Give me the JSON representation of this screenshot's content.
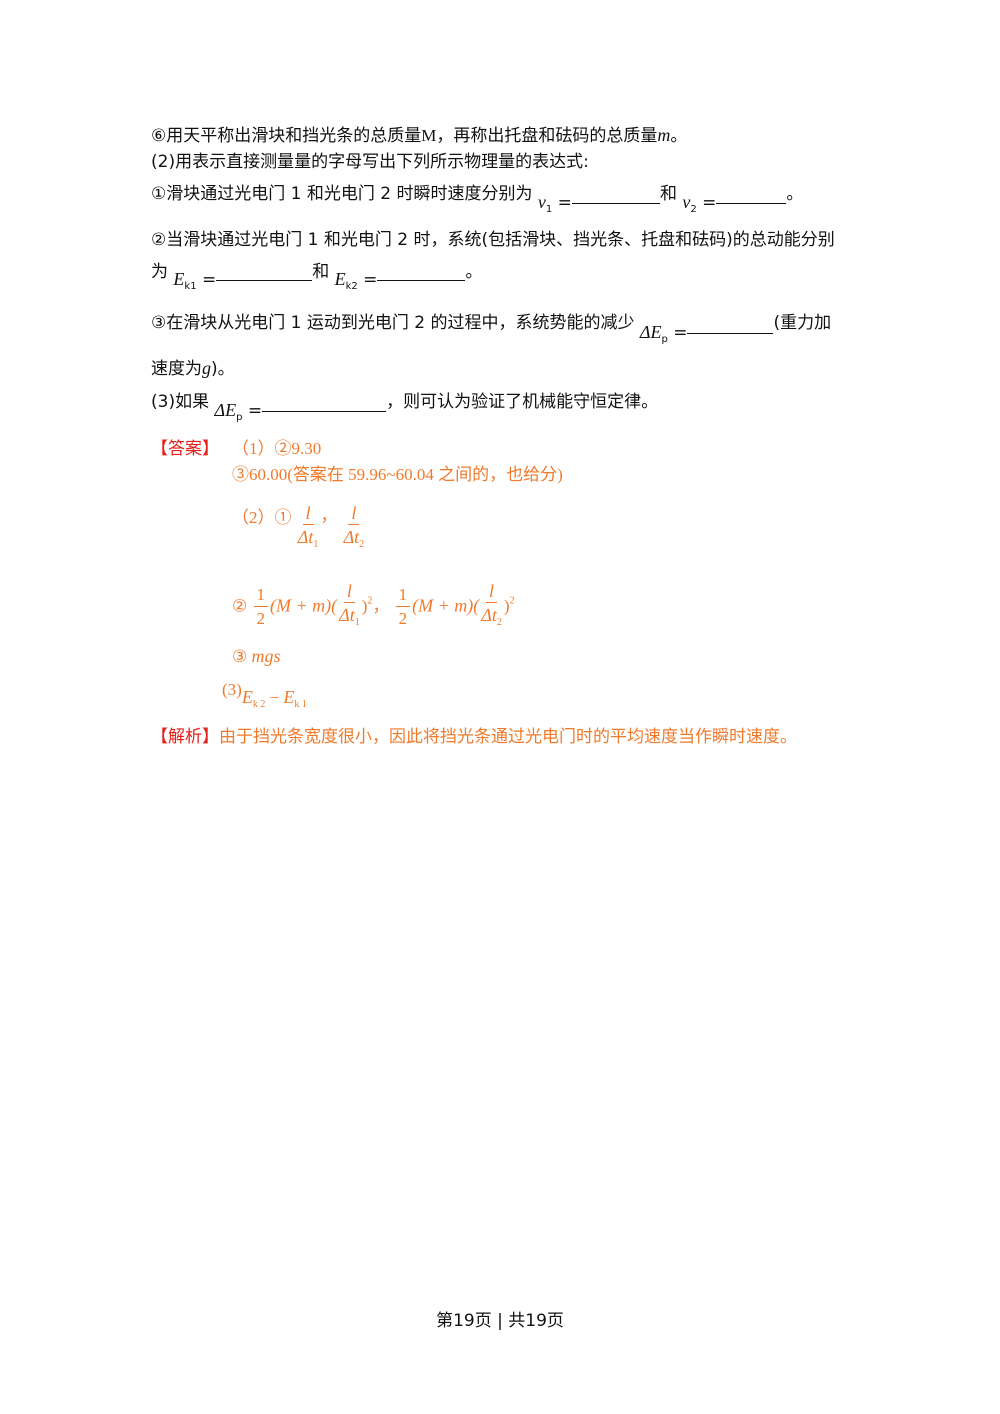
{
  "colors": {
    "answer_label": "#e8201a",
    "answer_text": "#f07a2a",
    "text": "#111111"
  },
  "question": {
    "step6": {
      "a": "⑥用天平称出滑块和挡光条的总质量",
      "M": "M",
      "b": "，再称出托盘和砝码的总质量",
      "m": "m",
      "c": "。"
    },
    "part2_intro": "(2)用表示直接测量量的字母写出下列所示物理量的表达式:",
    "q1": {
      "a": "①滑块通过光电门 1 和光电门 2 时瞬时速度分别为",
      "v": "v",
      "s1": "1",
      "eq": " =",
      "and": "和",
      "s2": "2",
      "end": "。"
    },
    "q2": {
      "line1": "②当滑块通过光电门 1 和光电门 2 时，系统(包括滑块、挡光条、托盘和砝码)的总动能分别",
      "wei": "为",
      "E": "E",
      "k1": "k1",
      "eq": " =",
      "and": "和",
      "k2": "k2",
      "end": "。"
    },
    "q3": {
      "a": "③在滑块从光电门 1 运动到光电门 2 的过程中，系统势能的减少",
      "dE": "ΔE",
      "p": "p",
      "eq": " =",
      "b": "(重力加",
      "line2a": "速度为",
      "g": "g",
      "line2b": ")。"
    },
    "part3": {
      "a": "(3)如果",
      "dE": "ΔE",
      "p": "p",
      "eq": " =",
      "b": "，则可认为验证了机械能守恒定律。"
    }
  },
  "answer": {
    "label": "【答案】",
    "p1": "（1）②9.30",
    "p1b": "③60.00(答案在 59.96~60.04 之间的，也给分)",
    "p2": "（2）①",
    "l": "l",
    "dt": "Δt",
    "s1": "1",
    "s2": "2",
    "comma": "，",
    "c2": "②",
    "one": "1",
    "two": "2",
    "mid": "(M + m)(",
    "close": ")",
    "sq": "2",
    "c3": "③",
    "mgs": "mgs",
    "p3": "(3)",
    "E": "E",
    "k2": "k 2",
    "minus": " − ",
    "k1": "k 1"
  },
  "analysis": {
    "label": "【解析】",
    "text": "由于挡光条宽度很小，因此将挡光条通过光电门时的平均速度当作瞬时速度。"
  },
  "footer": "第19页 | 共19页"
}
